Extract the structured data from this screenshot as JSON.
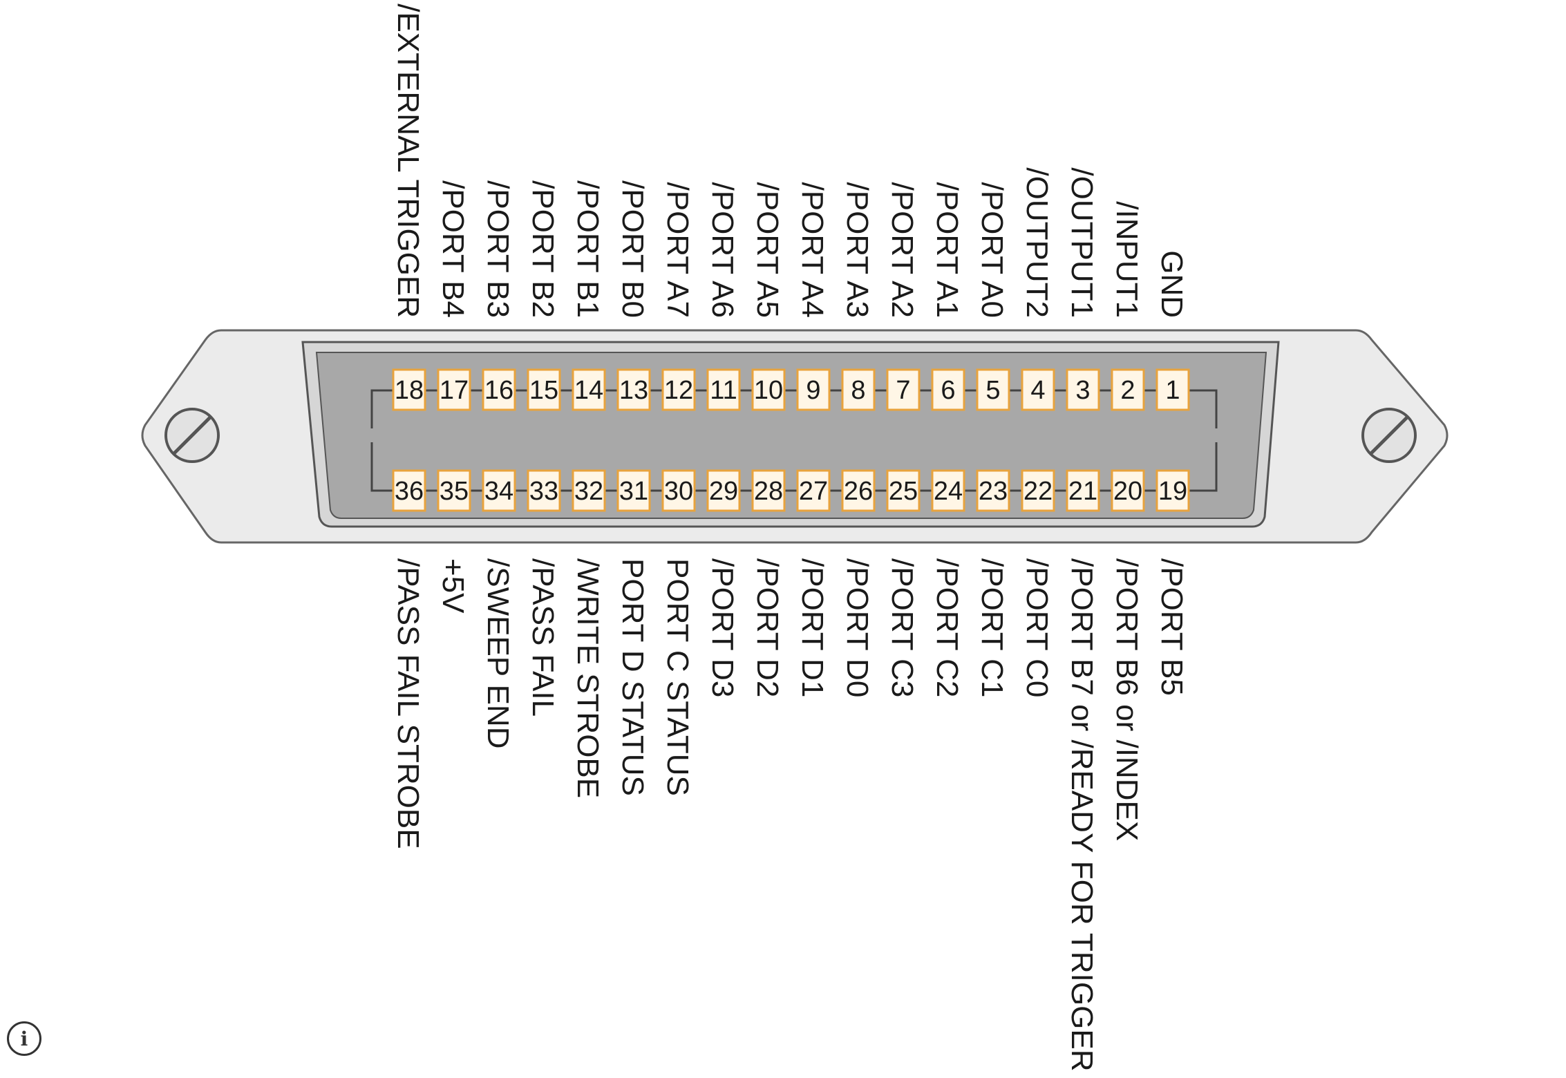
{
  "connector": {
    "top_pins": [
      {
        "num": "1",
        "label": "GND"
      },
      {
        "num": "2",
        "label": "/INPUT1"
      },
      {
        "num": "3",
        "label": "/OUTPUT1"
      },
      {
        "num": "4",
        "label": "/OUTPUT2"
      },
      {
        "num": "5",
        "label": "/PORT A0"
      },
      {
        "num": "6",
        "label": "/PORT A1"
      },
      {
        "num": "7",
        "label": "/PORT A2"
      },
      {
        "num": "8",
        "label": "/PORT A3"
      },
      {
        "num": "9",
        "label": "/PORT A4"
      },
      {
        "num": "10",
        "label": "/PORT A5"
      },
      {
        "num": "11",
        "label": "/PORT A6"
      },
      {
        "num": "12",
        "label": "/PORT A7"
      },
      {
        "num": "13",
        "label": "/PORT B0"
      },
      {
        "num": "14",
        "label": "/PORT B1"
      },
      {
        "num": "15",
        "label": "/PORT B2"
      },
      {
        "num": "16",
        "label": "/PORT B3"
      },
      {
        "num": "17",
        "label": "/PORT B4"
      },
      {
        "num": "18",
        "label": "/EXTERNAL TRIGGER"
      }
    ],
    "bottom_pins": [
      {
        "num": "19",
        "label": "/PORT B5"
      },
      {
        "num": "20",
        "label": "/PORT B6 or /INDEX"
      },
      {
        "num": "21",
        "label": "/PORT B7 or  /READY FOR TRIGGER"
      },
      {
        "num": "22",
        "label": "/PORT C0"
      },
      {
        "num": "23",
        "label": "/PORT C1"
      },
      {
        "num": "24",
        "label": "/PORT C2"
      },
      {
        "num": "25",
        "label": "/PORT C3"
      },
      {
        "num": "26",
        "label": "/PORT D0"
      },
      {
        "num": "27",
        "label": "/PORT D1"
      },
      {
        "num": "28",
        "label": "/PORT D2"
      },
      {
        "num": "29",
        "label": "/PORT D3"
      },
      {
        "num": "30",
        "label": "PORT C STATUS"
      },
      {
        "num": "31",
        "label": "PORT D STATUS"
      },
      {
        "num": "32",
        "label": "/WRITE STROBE"
      },
      {
        "num": "33",
        "label": "/PASS FAIL"
      },
      {
        "num": "34",
        "label": "/SWEEP END"
      },
      {
        "num": "35",
        "label": "+5V"
      },
      {
        "num": "36",
        "label": "/PASS FAIL STROBE"
      }
    ]
  },
  "colors": {
    "pin_border": "#e8a33d",
    "pin_fill": "#fff6e6",
    "shell_outer": "#ebebeb",
    "shell_inner": "#d4d4d4",
    "cavity": "#a6a6a6",
    "outline": "#555555"
  },
  "icons": {
    "screw": "screw-icon",
    "info": "info-icon"
  },
  "info_glyph": "i"
}
